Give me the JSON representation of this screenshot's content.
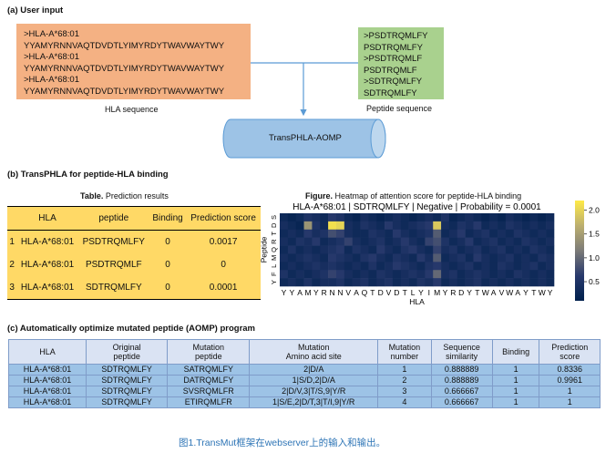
{
  "sections": {
    "a": "(a) User input",
    "b": "(b) TransPHLA for peptide-HLA binding",
    "c": "(c) Automatically optimize mutated peptide (AOMP) program"
  },
  "hla_box": {
    "lines": [
      ">HLA-A*68:01",
      "YYAMYRNNVAQTDVDTLYIMYRDYTWAVWAYTWY",
      ">HLA-A*68:01",
      "YYAMYRNNVAQTDVDTLYIMYRDYTWAVWAYTWY",
      ">HLA-A*68:01",
      "YYAMYRNNVAQTDVDTLYIMYRDYTWAVWAYTWY"
    ],
    "caption": "HLA sequence"
  },
  "peptide_box": {
    "lines": [
      ">PSDTRQMLFY",
      "PSDTRQMLFY",
      ">PSDTRQMLF",
      "PSDTRQMLF",
      ">SDTRQMLFY",
      "SDTRQMLFY"
    ],
    "caption": "Peptide sequence"
  },
  "model": {
    "label": "TransPHLA-AOMP"
  },
  "colors": {
    "hla_box": "#f4b183",
    "peptide_box": "#a9d18e",
    "cylinder": "#9dc3e6",
    "table_yellow": "#ffd966",
    "aomp_header": "#dae3f3",
    "aomp_rows": "#9dc3e6"
  },
  "prediction_table": {
    "title_bold": "Table.",
    "title_rest": " Prediction results",
    "columns": [
      "HLA",
      "peptide",
      "Binding",
      "Prediction score"
    ],
    "rows": [
      [
        "1",
        "HLA-A*68:01",
        "PSDTRQMLFY",
        "0",
        "0.0017"
      ],
      [
        "2",
        "HLA-A*68:01",
        "PSDTRQMLF",
        "0",
        "0"
      ],
      [
        "3",
        "HLA-A*68:01",
        "SDTRQMLFY",
        "0",
        "0.0001"
      ]
    ]
  },
  "heatmap_figure": {
    "title_bold": "Figure.",
    "title_rest": " Heatmap of attention score for peptide-HLA binding"
  },
  "chart_data": {
    "type": "heatmap",
    "title": "HLA-A*68:01 | SDTRQMLFY | Negative | Probability = 0.0001",
    "xlabel": "HLA",
    "ylabel": "Peptide",
    "x_categories": [
      "Y",
      "Y",
      "A",
      "M",
      "Y",
      "R",
      "N",
      "N",
      "V",
      "A",
      "Q",
      "T",
      "D",
      "V",
      "D",
      "T",
      "L",
      "Y",
      "I",
      "M",
      "Y",
      "R",
      "D",
      "Y",
      "T",
      "W",
      "A",
      "V",
      "W",
      "A",
      "Y",
      "T",
      "W",
      "Y"
    ],
    "y_categories": [
      "S",
      "D",
      "T",
      "R",
      "Q",
      "M",
      "L",
      "F",
      "Y"
    ],
    "colorbar_ticks": [
      0.5,
      1.0,
      1.5,
      2.0
    ],
    "vmin": 0.1,
    "vmax": 2.2,
    "colormap": "cividis-like (dark navy to yellow)",
    "values": [
      [
        0.3,
        0.2,
        0.3,
        0.5,
        0.4,
        0.3,
        0.6,
        0.5,
        0.3,
        0.2,
        0.4,
        0.3,
        0.2,
        0.3,
        0.4,
        0.3,
        0.2,
        0.3,
        0.4,
        0.3,
        0.5,
        0.2,
        0.3,
        0.4,
        0.3,
        0.2,
        0.3,
        0.2,
        0.4,
        0.3,
        0.2,
        0.3,
        0.2,
        0.3
      ],
      [
        0.4,
        0.3,
        0.2,
        1.4,
        0.5,
        0.3,
        2.1,
        2.0,
        0.4,
        0.3,
        0.5,
        0.4,
        0.3,
        0.6,
        0.4,
        0.3,
        0.4,
        0.5,
        0.6,
        1.9,
        0.4,
        0.3,
        0.5,
        0.4,
        0.6,
        0.3,
        0.4,
        0.3,
        0.5,
        0.4,
        0.3,
        0.4,
        0.3,
        0.4
      ],
      [
        0.3,
        0.4,
        0.3,
        0.6,
        0.4,
        0.5,
        0.8,
        0.7,
        0.4,
        0.3,
        0.3,
        0.5,
        0.4,
        0.3,
        0.6,
        0.4,
        0.3,
        0.4,
        0.5,
        0.9,
        0.3,
        0.4,
        0.6,
        0.3,
        0.4,
        0.5,
        0.3,
        0.4,
        0.3,
        0.5,
        0.4,
        0.3,
        0.4,
        0.3
      ],
      [
        0.4,
        0.3,
        0.5,
        0.4,
        0.6,
        0.3,
        0.4,
        0.5,
        0.7,
        0.4,
        0.3,
        0.4,
        0.5,
        0.3,
        0.4,
        0.6,
        0.4,
        0.3,
        0.7,
        0.8,
        0.5,
        0.3,
        0.4,
        0.6,
        0.3,
        0.4,
        0.5,
        0.3,
        0.4,
        0.3,
        0.5,
        0.4,
        0.3,
        0.4
      ],
      [
        0.3,
        0.5,
        0.3,
        0.4,
        0.3,
        0.4,
        0.5,
        0.6,
        0.3,
        0.5,
        0.4,
        0.3,
        0.6,
        0.4,
        0.3,
        0.5,
        0.6,
        0.4,
        0.3,
        0.7,
        0.4,
        0.5,
        0.3,
        0.4,
        0.5,
        0.3,
        0.4,
        0.5,
        0.3,
        0.4,
        0.3,
        0.5,
        0.4,
        0.3
      ],
      [
        0.4,
        0.3,
        0.4,
        0.5,
        0.4,
        0.3,
        0.6,
        0.5,
        0.4,
        0.3,
        0.5,
        0.6,
        0.4,
        0.3,
        0.5,
        0.4,
        0.3,
        0.6,
        0.4,
        0.9,
        0.3,
        0.4,
        0.5,
        0.3,
        0.6,
        0.4,
        0.3,
        0.4,
        0.5,
        0.3,
        0.4,
        0.3,
        0.5,
        0.4
      ],
      [
        0.3,
        0.4,
        0.3,
        0.4,
        0.5,
        0.4,
        0.5,
        0.4,
        0.3,
        0.4,
        0.3,
        0.5,
        0.3,
        0.4,
        0.6,
        0.5,
        0.4,
        0.3,
        0.5,
        0.6,
        0.4,
        0.3,
        0.4,
        0.5,
        0.3,
        0.4,
        0.3,
        0.5,
        0.4,
        0.3,
        0.4,
        0.5,
        0.3,
        0.4
      ],
      [
        0.5,
        0.3,
        0.4,
        0.3,
        0.4,
        0.5,
        0.7,
        0.6,
        0.4,
        0.3,
        0.4,
        0.3,
        0.5,
        0.4,
        0.3,
        0.4,
        0.5,
        0.4,
        0.6,
        1.0,
        0.4,
        0.5,
        0.3,
        0.4,
        0.5,
        0.4,
        0.3,
        0.4,
        0.3,
        0.5,
        0.4,
        0.3,
        0.4,
        0.3
      ],
      [
        0.3,
        0.4,
        0.3,
        0.5,
        0.3,
        0.4,
        0.4,
        0.5,
        0.3,
        0.4,
        0.5,
        0.3,
        0.4,
        0.5,
        0.3,
        0.4,
        0.3,
        0.5,
        0.4,
        0.6,
        0.3,
        0.4,
        0.3,
        0.4,
        0.5,
        0.3,
        0.4,
        0.3,
        0.4,
        0.3,
        0.4,
        0.3,
        0.4,
        0.3
      ]
    ]
  },
  "aomp_table": {
    "columns": [
      [
        "HLA"
      ],
      [
        "Original",
        "peptide"
      ],
      [
        "Mutation",
        "peptide"
      ],
      [
        "Mutation",
        "Amino acid site"
      ],
      [
        "Mutation",
        "number"
      ],
      [
        "Sequence",
        "similarity"
      ],
      [
        "Binding"
      ],
      [
        "Prediction",
        "score"
      ]
    ],
    "rows": [
      [
        "HLA-A*68:01",
        "SDTRQMLFY",
        "SATRQMLFY",
        "2|D/A",
        "1",
        "0.888889",
        "1",
        "0.8336"
      ],
      [
        "HLA-A*68:01",
        "SDTRQMLFY",
        "DATRQMLFY",
        "1|S/D,2|D/A",
        "2",
        "0.888889",
        "1",
        "0.9961"
      ],
      [
        "HLA-A*68:01",
        "SDTRQMLFY",
        "SVSRQMLFR",
        "2|D/V,3|T/S,9|Y/R",
        "3",
        "0.666667",
        "1",
        "1"
      ],
      [
        "HLA-A*68:01",
        "SDTRQMLFY",
        "ETIRQMLFR",
        "1|S/E,2|D/T,3|T/I,9|Y/R",
        "4",
        "0.666667",
        "1",
        "1"
      ]
    ]
  },
  "figure_caption": "图1.TransMut框架在webserver上的输入和输出。"
}
